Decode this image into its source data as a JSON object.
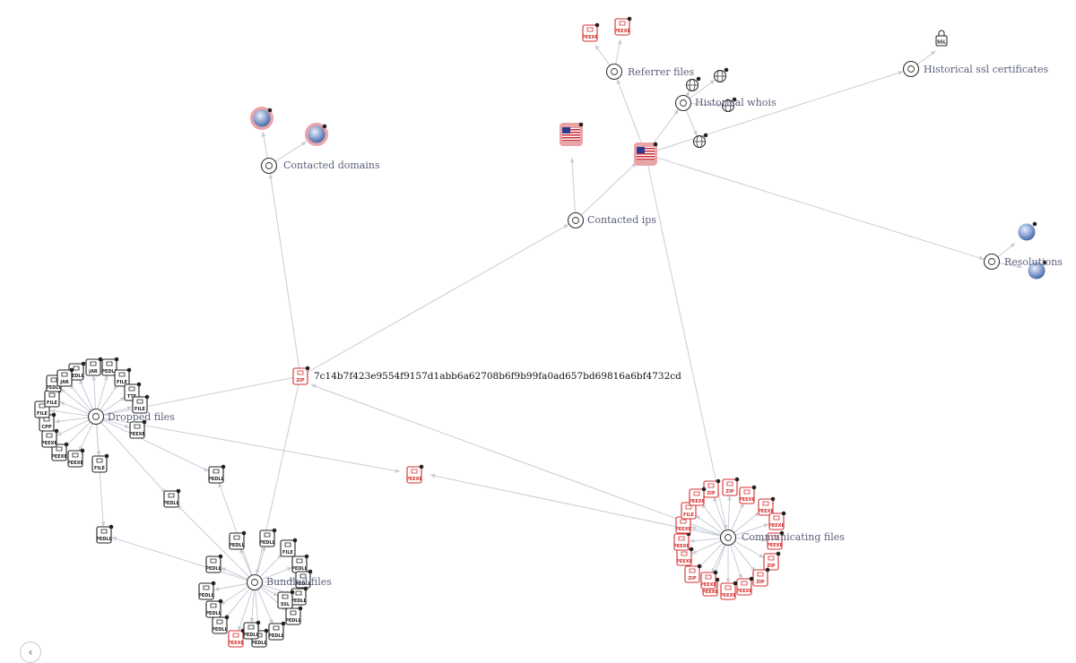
{
  "root": {
    "label": "7c14b7f423e9554f9157d1abb6a62708b6f9b99fa0ad657bd69816a6bf4732cd",
    "type": "ZIP"
  },
  "groups": {
    "contacted_domains": "Contacted domains",
    "contacted_ips": "Contacted ips",
    "referrer_files": "Referrer files",
    "historical_whois": "Historical whois",
    "historical_ssl": "Historical ssl certificates",
    "resolutions": "Resolutions",
    "dropped_files": "Dropped files",
    "bundled_files": "Bundled files",
    "communicating_files": "Communicating files"
  },
  "file_tags": {
    "zip": "ZIP",
    "pe_exe": "PEEXE",
    "pe_dll": "PEDLL",
    "file": "FILE",
    "jar": "JAR",
    "ttf": "TTF",
    "cpp": "CPP",
    "ssl": "SSL"
  },
  "colors": {
    "malicious": "#d62c2c",
    "clean": "#222222",
    "edge": "#c8ccd8",
    "label": "#5a5f7a"
  },
  "icons": {
    "domain": "globe-icon",
    "ip": "us-flag-icon",
    "whois": "www-icon",
    "certificate": "certificate-icon",
    "file": "file-icon",
    "collapse": "chevron-left-icon"
  },
  "collapse_glyph": "‹"
}
